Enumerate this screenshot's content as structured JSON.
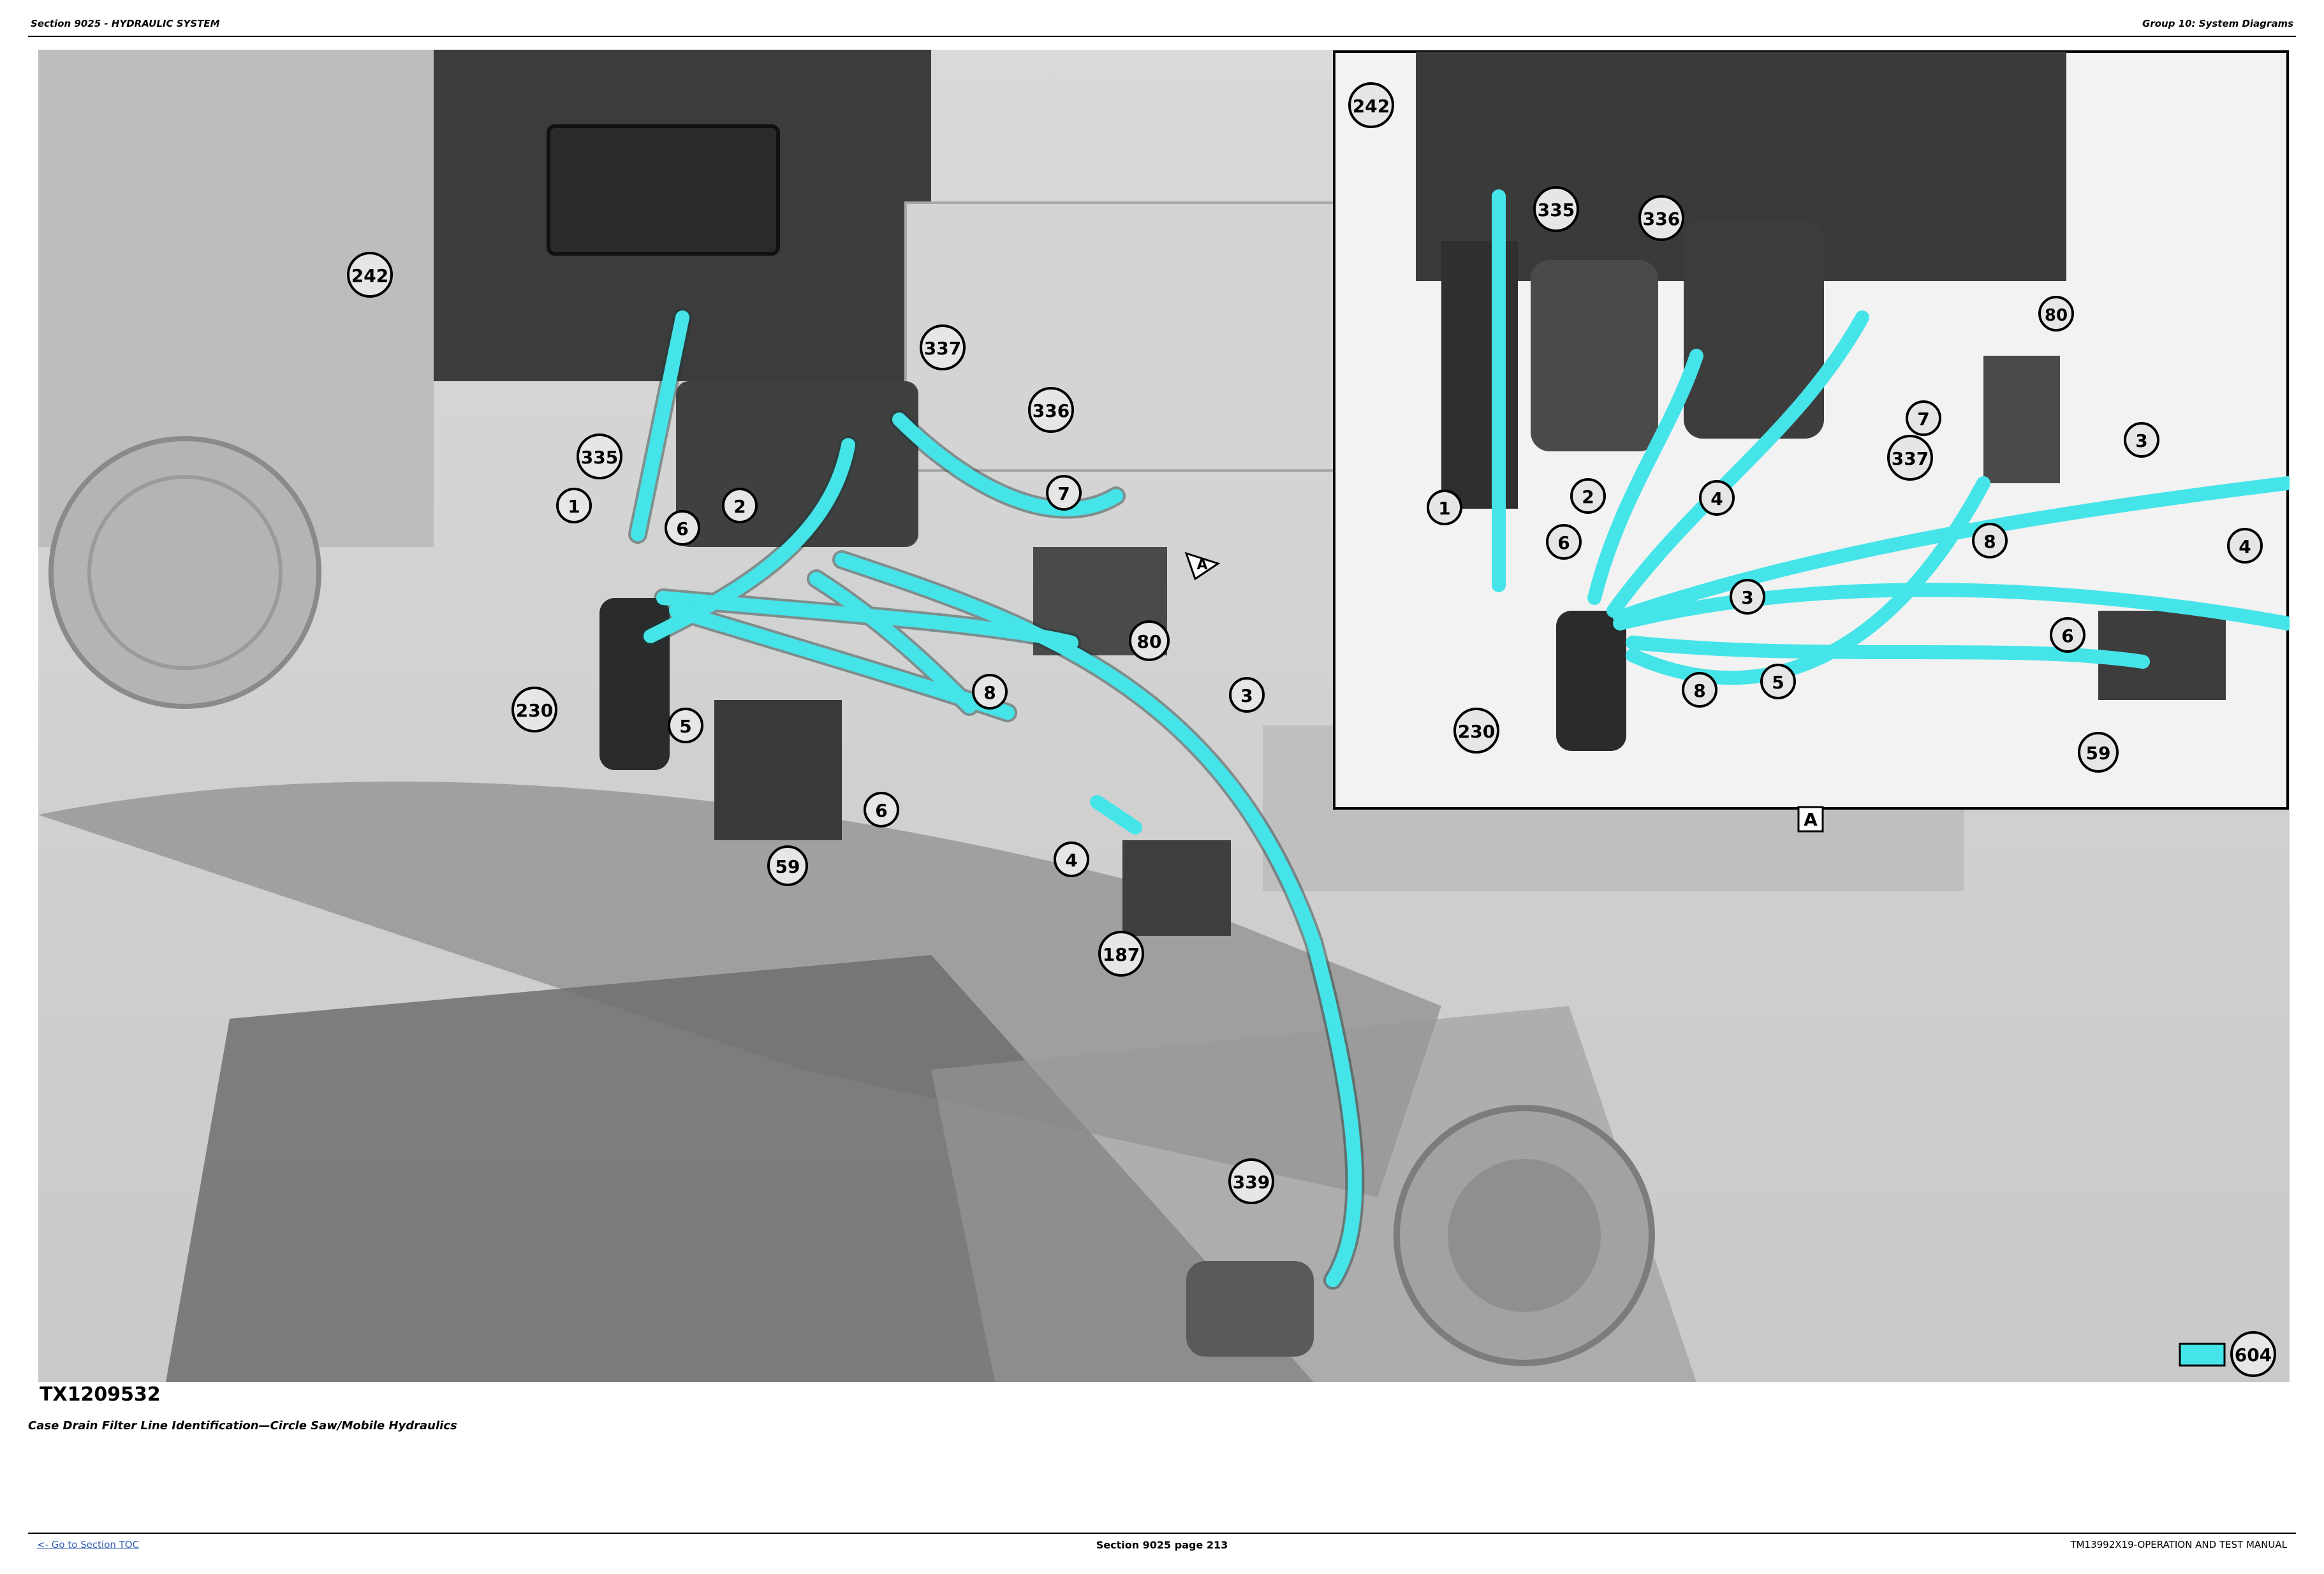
{
  "header": {
    "section": "Section 9025 - HYDRAULIC SYSTEM",
    "group": "Group 10: System Diagrams"
  },
  "figure": {
    "id": "TX1209532",
    "caption": "Case Drain Filter Line Identification—Circle Saw/Mobile Hydraulics",
    "detail_label": "A",
    "legend_number": "604",
    "hose_color": "#45e4e8"
  },
  "callouts_main": [
    "242",
    "335",
    "1",
    "6",
    "2",
    "337",
    "336",
    "7",
    "80",
    "230",
    "5",
    "8",
    "3",
    "59",
    "6",
    "4",
    "187",
    "339",
    "A"
  ],
  "callouts_detail": [
    "242",
    "335",
    "336",
    "80",
    "3",
    "7",
    "337",
    "1",
    "2",
    "4",
    "6",
    "8",
    "4",
    "3",
    "6",
    "230",
    "8",
    "5",
    "59"
  ],
  "footer": {
    "toc_link": "<- Go to Section TOC",
    "page": "Section 9025 page 213",
    "manual": "TM13992X19-OPERATION AND TEST MANUAL"
  }
}
